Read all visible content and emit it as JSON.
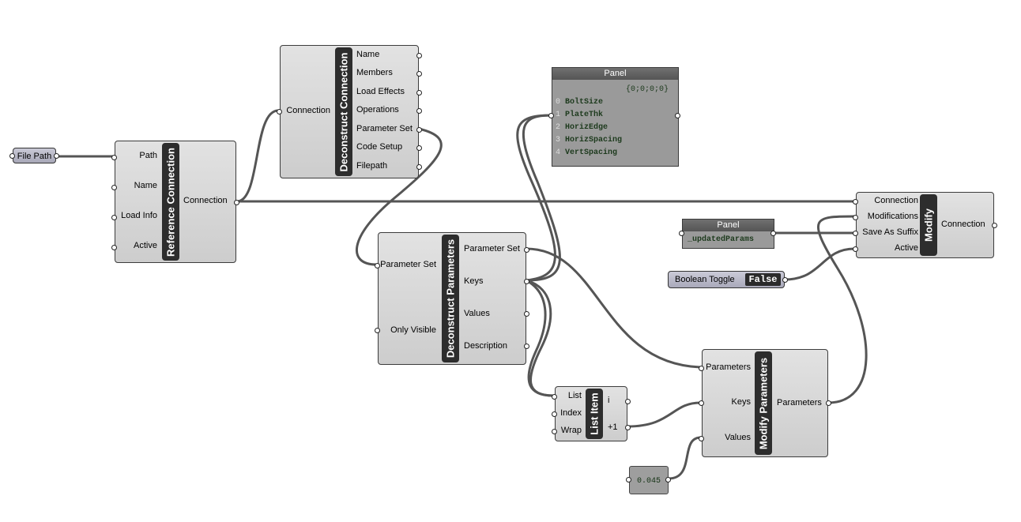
{
  "file_path": {
    "label": "File Path"
  },
  "reference_connection": {
    "title": "Reference Connection",
    "inputs": [
      "Path",
      "Name",
      "Load Info",
      "Active"
    ],
    "outputs": [
      "Connection"
    ]
  },
  "deconstruct_connection": {
    "title": "Deconstruct Connection",
    "inputs": [
      "Connection"
    ],
    "outputs": [
      "Name",
      "Members",
      "Load Effects",
      "Operations",
      "Parameter Set",
      "Code Setup",
      "Filepath"
    ]
  },
  "panel_keys": {
    "title": "Panel",
    "path": "{0;0;0;0}",
    "rows": [
      {
        "index": "0",
        "value": "BoltSize"
      },
      {
        "index": "1",
        "value": "PlateThk"
      },
      {
        "index": "2",
        "value": "HorizEdge"
      },
      {
        "index": "3",
        "value": "HorizSpacing"
      },
      {
        "index": "4",
        "value": "VertSpacing"
      }
    ]
  },
  "modify": {
    "title": "Modify",
    "inputs": [
      "Connection",
      "Modifications",
      "Save As Suffix",
      "Active"
    ],
    "outputs": [
      "Connection"
    ]
  },
  "panel_suffix": {
    "title": "Panel",
    "value": "_updatedParams"
  },
  "boolean_toggle": {
    "label": "Boolean Toggle",
    "value": "False"
  },
  "deconstruct_parameters": {
    "title": "Deconstruct Parameters",
    "inputs": [
      "Parameter Set",
      "Only Visible"
    ],
    "outputs": [
      "Parameter Set",
      "Keys",
      "Values",
      "Description"
    ]
  },
  "list_item": {
    "title": "List Item",
    "inputs": [
      "List",
      "Index",
      "Wrap"
    ],
    "outputs": [
      "i",
      "+1"
    ]
  },
  "modify_parameters": {
    "title": "Modify Parameters",
    "inputs": [
      "Parameters",
      "Keys",
      "Values"
    ],
    "outputs": [
      "Parameters"
    ]
  },
  "number_slider": {
    "value": "0.045"
  },
  "colors": {
    "wire": "#555555",
    "canvas": "#ffffff",
    "component": "#d6d6d6",
    "bar": "#2d2d2d"
  }
}
